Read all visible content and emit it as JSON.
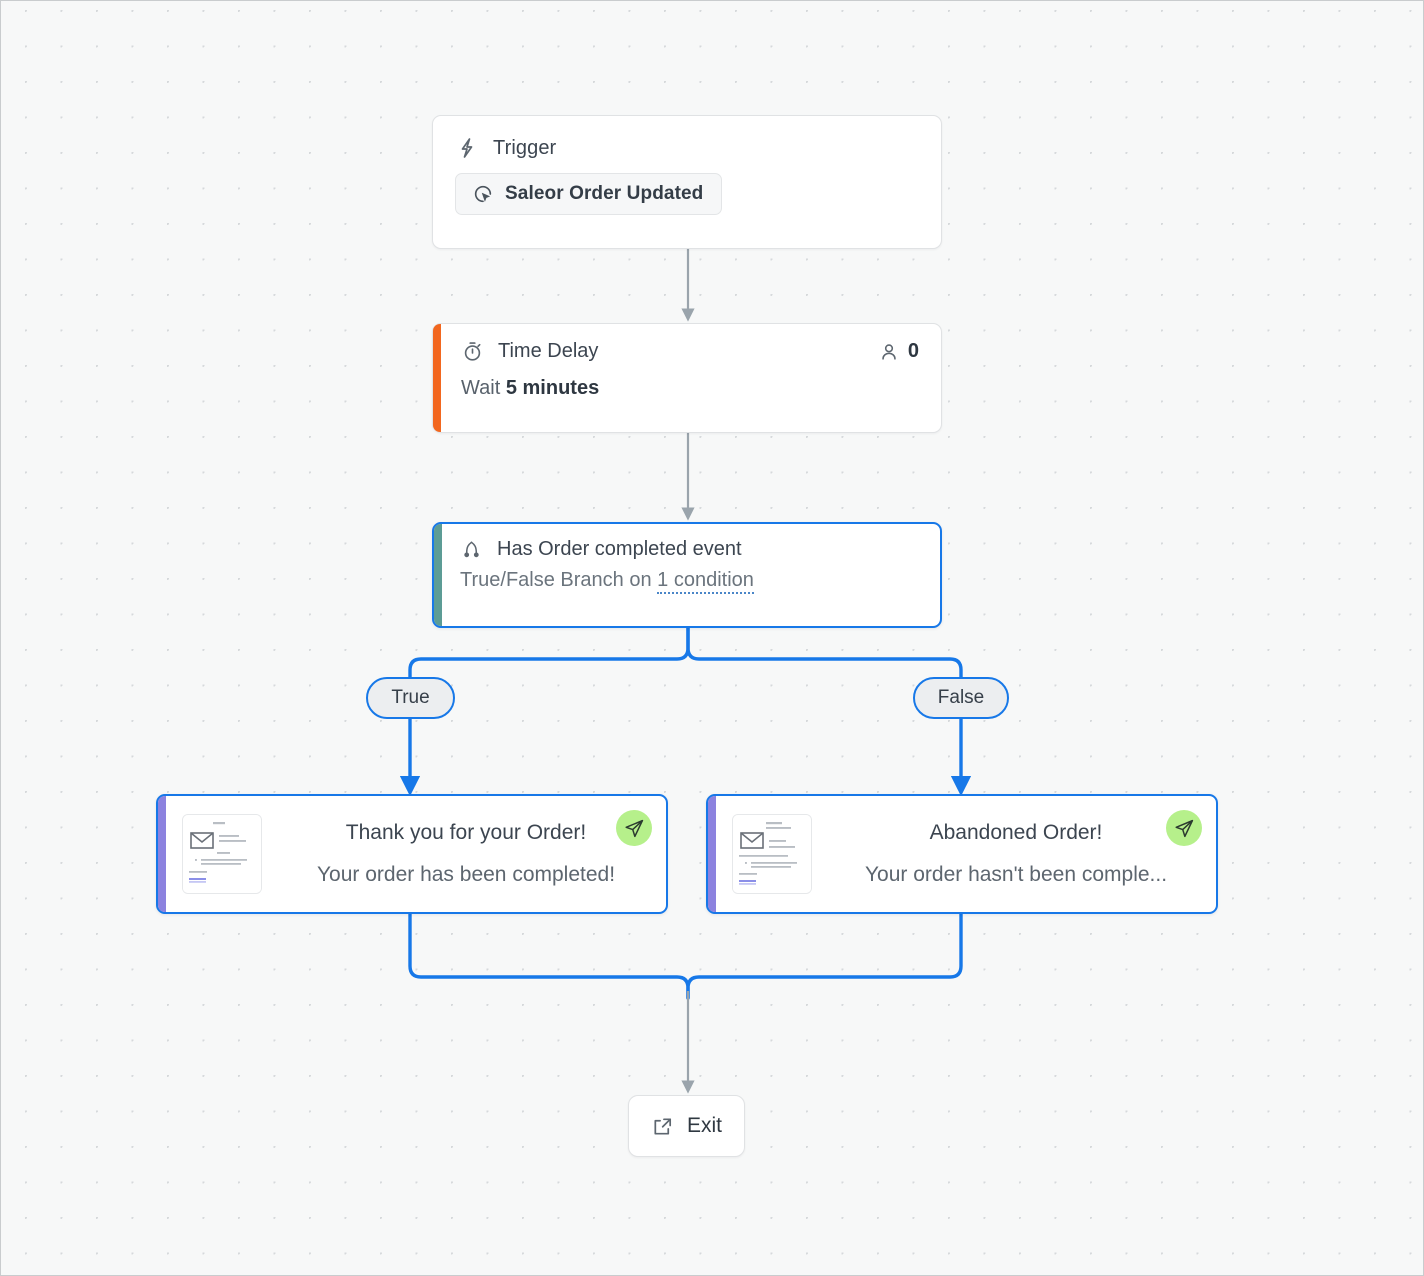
{
  "canvas": {
    "background_color": "#f7f8f8",
    "grid_dot_color": "#d6d9db"
  },
  "colors": {
    "selection_blue": "#1778e8",
    "edge_gray": "#9aa4ac",
    "accent_orange": "#f2671f",
    "accent_teal": "#5c9c95",
    "accent_purple": "#8c82df",
    "send_badge_green": "#b6f08b"
  },
  "nodes": {
    "trigger": {
      "icon": "lightning-bolt-icon",
      "title": "Trigger",
      "chip_icon": "saleor-cursor-icon",
      "chip_label": "Saleor Order Updated"
    },
    "time_delay": {
      "icon": "stopwatch-icon",
      "title": "Time Delay",
      "audience_icon": "person-icon",
      "audience_count": "0",
      "wait_prefix": "Wait",
      "wait_value": "5 minutes",
      "accent": "orange"
    },
    "branch": {
      "icon": "branch-split-icon",
      "title": "Has Order completed event",
      "subtitle_prefix": "True/False Branch on",
      "condition_link": "1 condition",
      "accent": "teal",
      "selected": true
    },
    "email_true": {
      "thumbnail_icon": "envelope-icon",
      "subject": "Thank you for your Order!",
      "preview": "Your order has been completed!",
      "send_icon": "paper-plane-icon",
      "accent": "purple",
      "selected": true
    },
    "email_false": {
      "thumbnail_icon": "envelope-icon",
      "subject": "Abandoned Order!",
      "preview": "Your order hasn't been comple...",
      "send_icon": "paper-plane-icon",
      "accent": "purple",
      "selected": true
    },
    "exit": {
      "icon": "external-link-icon",
      "label": "Exit"
    }
  },
  "branch_labels": {
    "true_label": "True",
    "false_label": "False"
  }
}
